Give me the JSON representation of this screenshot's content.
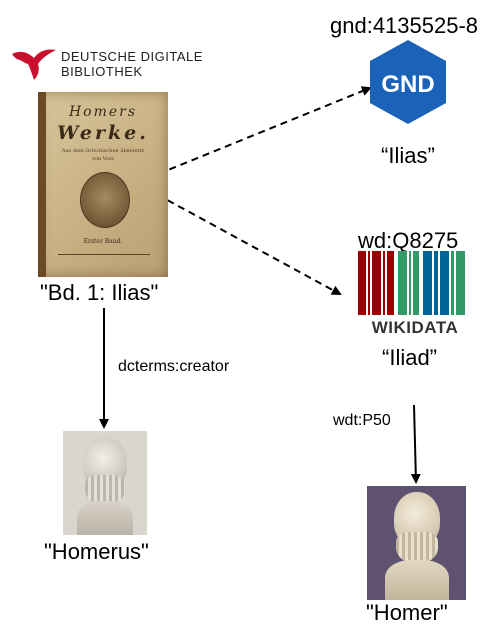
{
  "ddb_logo": {
    "line1": "DEUTSCHE DIGITALE",
    "line2": "BIBLIOTHEK",
    "color": "#c8102e"
  },
  "book": {
    "title_line1": "Homers",
    "title_line2": "Werke.",
    "subtitle1": "Aus dem Griechischen übersetzt",
    "subtitle2": "von Voss",
    "edition": "Erster Band.",
    "label": "\"Bd. 1: Ilias\""
  },
  "gnd": {
    "id": "gnd:4135525-8",
    "logo_text": "GND",
    "label": "“Ilias”",
    "color": "#1a63b8"
  },
  "wikidata": {
    "id": "wd:Q8275",
    "logo_text": "WIKIDATA",
    "label": "“Iliad”"
  },
  "edges": {
    "creator": "dcterms:creator",
    "author": "wdt:P50"
  },
  "homerus": {
    "label": "\"Homerus\""
  },
  "homer": {
    "label": "\"Homer\""
  }
}
